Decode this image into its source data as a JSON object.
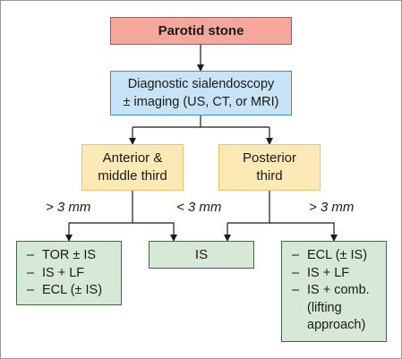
{
  "colors": {
    "root_fill": "#f4a79a",
    "root_border": "#c0504d",
    "diagnostic_fill": "#c8e3f5",
    "diagnostic_border": "#3c8fcf",
    "location_fill": "#fce9b6",
    "location_border": "#e9c46a",
    "treatment_fill": "#d6e8d6",
    "treatment_border": "#3e6b3e",
    "line": "#1a1a1a"
  },
  "root": {
    "label": "Parotid stone"
  },
  "diagnostic": {
    "line1": "Diagnostic sialendoscopy",
    "line2": "± imaging (US, CT, or MRI)"
  },
  "locations": {
    "anterior": {
      "line1": "Anterior &",
      "line2": "middle third"
    },
    "posterior": {
      "line1": "Posterior",
      "line2": "third"
    }
  },
  "edge_labels": {
    "anterior_gt": "> 3 mm",
    "anterior_lt": "< 3 mm",
    "posterior_gt": "> 3 mm"
  },
  "treatments": {
    "left": [
      "TOR ± IS",
      "IS + LF",
      "ECL (± IS)"
    ],
    "middle": "IS",
    "right": [
      "ECL (± IS)",
      "IS + LF",
      "IS + comb.",
      "(lifting",
      "approach)"
    ]
  }
}
